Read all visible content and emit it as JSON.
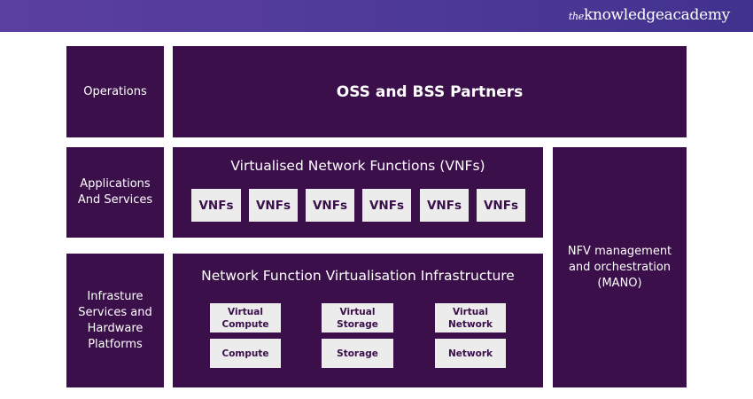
{
  "brand": {
    "prefix": "the",
    "name": "knowledgeacademy"
  },
  "diagram": {
    "layers": [
      {
        "id": "operations",
        "label": "Operations",
        "content_title": "OSS and BSS Partners"
      },
      {
        "id": "applications",
        "label": "Applications And Services",
        "content_title": "Virtualised Network Functions (VNFs)",
        "items": [
          "VNFs",
          "VNFs",
          "VNFs",
          "VNFs",
          "VNFs",
          "VNFs"
        ]
      },
      {
        "id": "infrastructure",
        "label": "Infrasture Services and Hardware Platforms",
        "content_title": "Network Function Virtualisation Infrastructure",
        "virtual_items": [
          "Virtual Compute",
          "Virtual Storage",
          "Virtual Network"
        ],
        "physical_items": [
          "Compute",
          "Storage",
          "Network"
        ]
      }
    ],
    "mano": {
      "label": "NFV management and orchestration (MANO)"
    }
  },
  "colors": {
    "box": "#3a0f4a",
    "chip": "#ececec",
    "header": "#4e3a98"
  }
}
